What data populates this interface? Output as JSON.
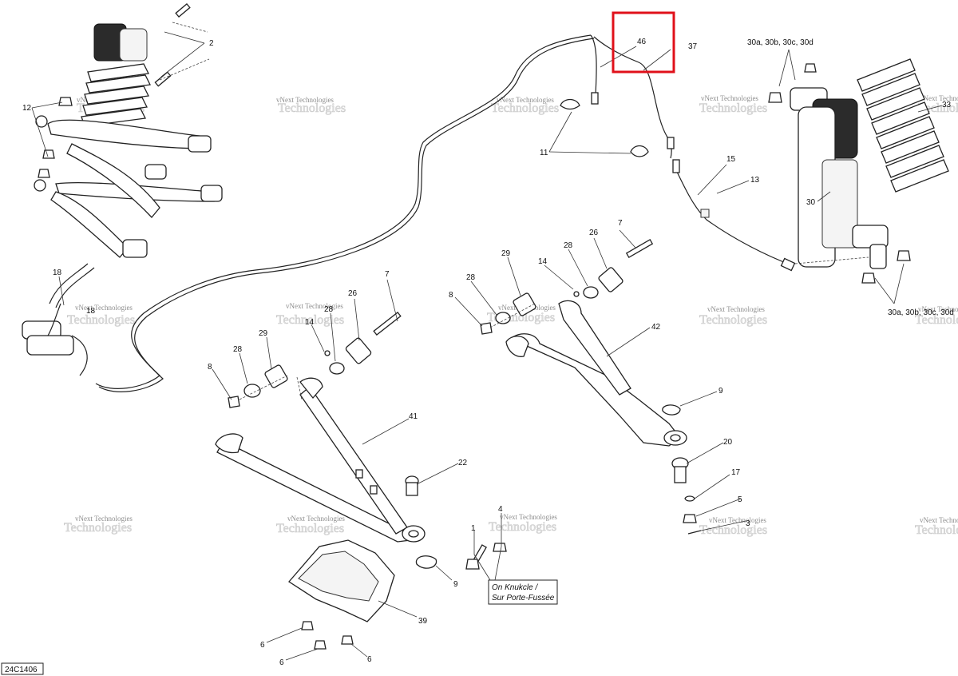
{
  "diagram_code": "24C1406",
  "watermark": {
    "line1": "vNext Technologies",
    "line2": "Technologies"
  },
  "note": {
    "line1": "On Knukcle /",
    "line2": "Sur Porte-Fussée"
  },
  "highlight_color": "#e0101a",
  "callouts": {
    "c46": "46",
    "c37": "37",
    "c30abcd_top": "30a, 30b, 30c, 30d",
    "c30abcd_bottom": "30a, 30b, 30c, 30d",
    "c2_top": "2",
    "c12": "12",
    "c33": "33",
    "c11": "11",
    "c15": "15",
    "c13": "13",
    "c30": "30",
    "c18a": "18",
    "c18b": "18",
    "c7_left": "7",
    "c7_right": "7",
    "c26_left": "26",
    "c26_right": "26",
    "c28_a": "28",
    "c28_b": "28",
    "c28_c": "28",
    "c28_d": "28",
    "c29_left": "29",
    "c29_right": "29",
    "c14_left": "14",
    "c14_right": "14",
    "c8_left": "8",
    "c8_right": "8",
    "c42": "42",
    "c9_right": "9",
    "c9_left": "9",
    "c41": "41",
    "c20": "20",
    "c22": "22",
    "c17": "17",
    "c5": "5",
    "c3": "3",
    "c1": "1",
    "c4": "4",
    "c39": "39",
    "c6_a": "6",
    "c6_b": "6",
    "c6_c": "6"
  }
}
